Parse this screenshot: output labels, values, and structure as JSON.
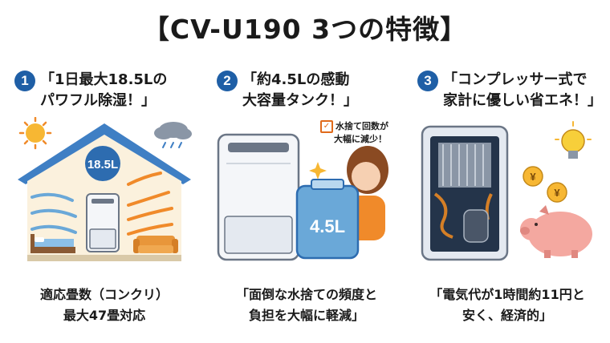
{
  "title": "【CV-U190 3つの特徴】",
  "features": [
    {
      "number": "1",
      "heading_line1": "「1日最大18.5Lの",
      "heading_line2": "パワフル除湿！」",
      "illustration_label": "18.5L",
      "caption_line1": "適応畳数（コンクリ）",
      "caption_line2": "最大47畳対応"
    },
    {
      "number": "2",
      "heading_line1": "「約4.5Lの感動",
      "heading_line2": "大容量タンク！」",
      "badge_line1": "水捨て回数が",
      "badge_line2": "大幅に減少！",
      "illustration_label": "4.5L",
      "caption_line1": "「面倒な水捨ての頻度と",
      "caption_line2": "負担を大幅に軽減」"
    },
    {
      "number": "3",
      "heading_line1": "「コンプレッサー式で",
      "heading_line2": "家計に優しい省エネ！」",
      "coin_symbol": "¥",
      "caption_line1": "「電気代が1時間約11円と",
      "caption_line2": "安く、経済的」"
    }
  ],
  "colors": {
    "number_badge": "#1f5fa6",
    "accent_orange": "#f08a2a",
    "airflow_blue": "#6aa8d8",
    "roof_blue": "#3f7fc4"
  },
  "icons": [
    "sun-icon",
    "rain-cloud-icon",
    "lightbulb-icon",
    "yen-coin-icon",
    "piggy-bank-icon",
    "checkbox-icon",
    "sparkle-icon"
  ]
}
